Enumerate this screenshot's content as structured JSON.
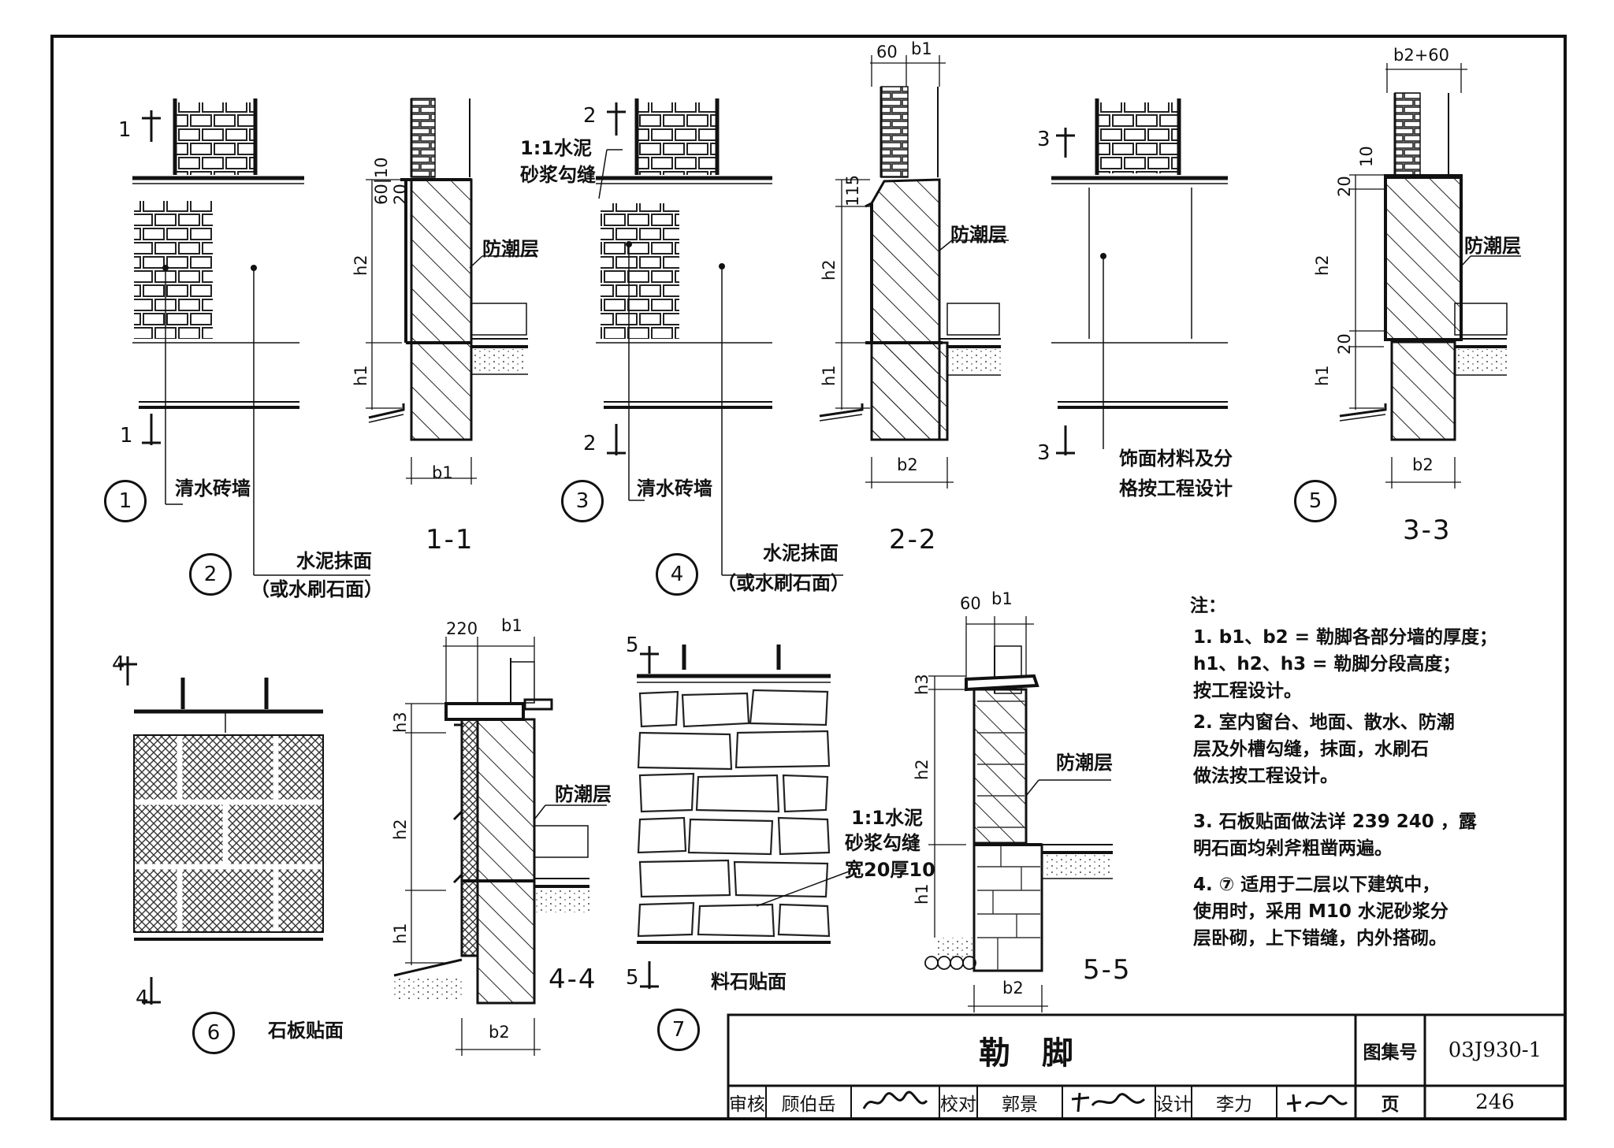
{
  "drawing": {
    "circles": [
      "1",
      "2",
      "3",
      "4",
      "5",
      "6",
      "7"
    ],
    "sections": [
      "1-1",
      "2-2",
      "3-3",
      "4-4",
      "5-5"
    ],
    "cut_marks": {
      "c1a": "1",
      "c1b": "1",
      "c2a": "2",
      "c2b": "2",
      "c3a": "3",
      "c3b": "3",
      "c4a": "4",
      "c4b": "4",
      "c5a": "5",
      "c5b": "5"
    },
    "labels": {
      "brick_wall_1": "清水砖墙",
      "brick_wall_3": "清水砖墙",
      "cement_1": "水泥抹面",
      "cement_1b": "（或水刷石面）",
      "cement_2": "水泥抹面",
      "cement_2b": "（或水刷石面）",
      "mortar_joint_a": "1:1水泥",
      "mortar_joint_b": "砂浆勾缝",
      "finish_a": "饰面材料及分",
      "finish_b": "格按工程设计",
      "damp_1": "防潮层",
      "damp_2": "防潮层",
      "damp_3": "防潮层",
      "damp_4": "防潮层",
      "damp_5": "防潮层",
      "slab": "石板贴面",
      "ashlar": "料石贴面",
      "mortar7_a": "1:1水泥",
      "mortar7_b": "砂浆勾缝",
      "mortar7_c": "宽20厚10"
    },
    "dims": {
      "d60_10": "60|10",
      "d20": "20",
      "h2": "h2",
      "h1": "h1",
      "b1": "b1",
      "b2": "b2",
      "d60": "60",
      "d115": "115",
      "db2_60": "b2+60",
      "d10": "10",
      "d220": "220",
      "h3": "h3"
    }
  },
  "notes": {
    "heading": "注：",
    "items": [
      "1. b1、b2 = 勒脚各部分墙的厚度；",
      "    h1、h2、h3 = 勒脚分段高度；",
      "    按工程设计。",
      "2. 室内窗台、地面、散水、防潮",
      "    层及外槽勾缝，抹面，水刷石",
      "    做法按工程设计。",
      "3. 石板贴面做法详 239 240 ，露",
      "    明石面均剁斧粗凿两遍。",
      "4. ⑦ 适用于二层以下建筑中，",
      "    使用时，采用 M10 水泥砂浆分",
      "    层卧砌，上下错缝，内外搭砌。"
    ]
  },
  "title_block": {
    "title": "勒脚",
    "atlas_label": "图集号",
    "atlas_no": "03J930-1",
    "review_label": "审核",
    "reviewer": "顾伯岳",
    "reviewer_sig": "顾伯岳",
    "check_label": "校对",
    "checker": "郭景",
    "checker_sig": "郭景",
    "design_label": "设计",
    "designer": "李力",
    "designer_sig": "李力",
    "page_label": "页",
    "page_no": "246"
  }
}
